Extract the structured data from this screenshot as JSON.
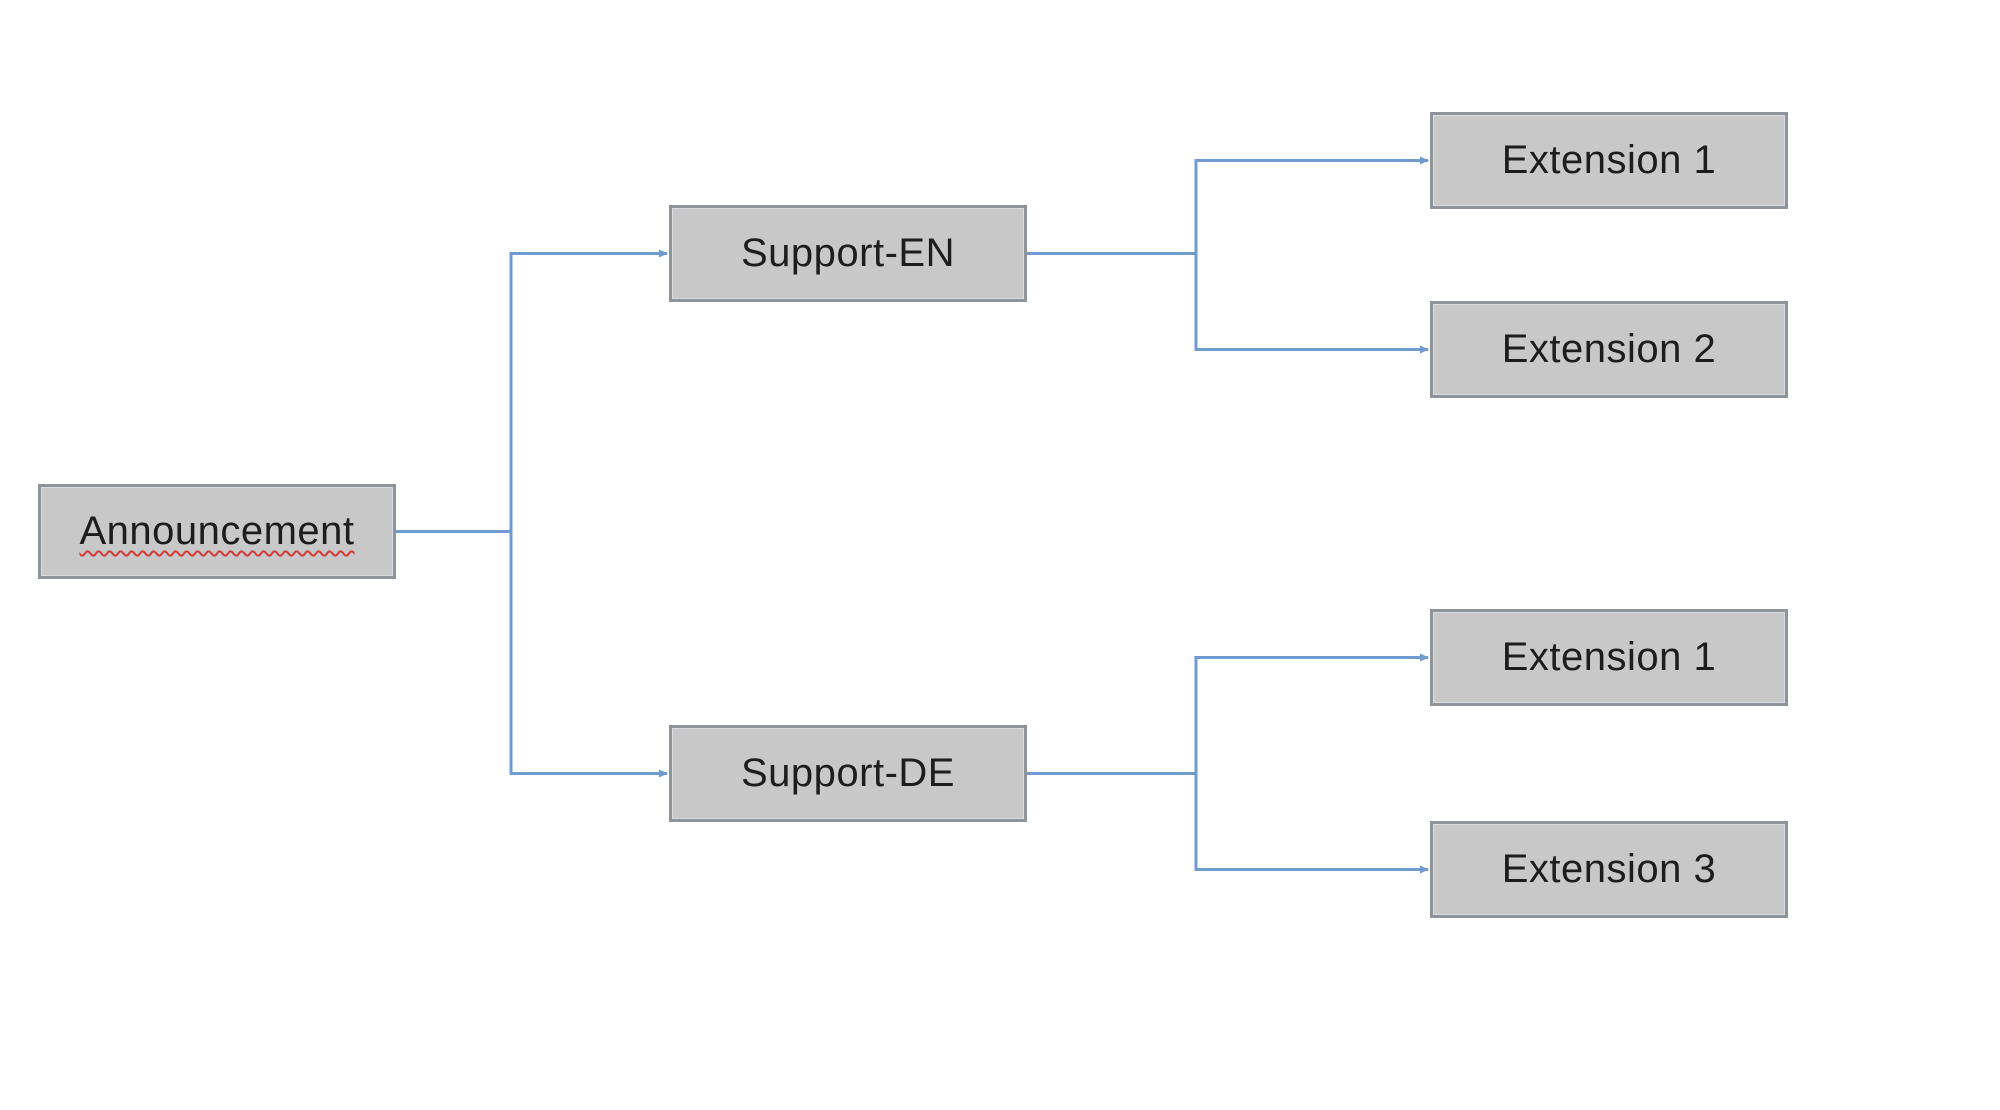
{
  "diagram": {
    "type": "tree",
    "colors": {
      "node_fill": "#c8c8c8",
      "node_border": "#8f949a",
      "connector": "#6f9bd0",
      "text": "#1d1d1d",
      "spellcheck_underline": "#d23b3b"
    },
    "nodes": [
      {
        "id": "announcement",
        "label": "Announcement"
      },
      {
        "id": "support-en",
        "label": "Support-EN"
      },
      {
        "id": "support-de",
        "label": "Support-DE"
      },
      {
        "id": "ext-en-1",
        "label": "Extension 1"
      },
      {
        "id": "ext-en-2",
        "label": "Extension 2"
      },
      {
        "id": "ext-de-1",
        "label": "Extension 1"
      },
      {
        "id": "ext-de-3",
        "label": "Extension 3"
      }
    ],
    "edges": [
      {
        "from": "announcement",
        "to": "support-en"
      },
      {
        "from": "announcement",
        "to": "support-de"
      },
      {
        "from": "support-en",
        "to": "ext-en-1"
      },
      {
        "from": "support-en",
        "to": "ext-en-2"
      },
      {
        "from": "support-de",
        "to": "ext-de-1"
      },
      {
        "from": "support-de",
        "to": "ext-de-3"
      }
    ]
  }
}
